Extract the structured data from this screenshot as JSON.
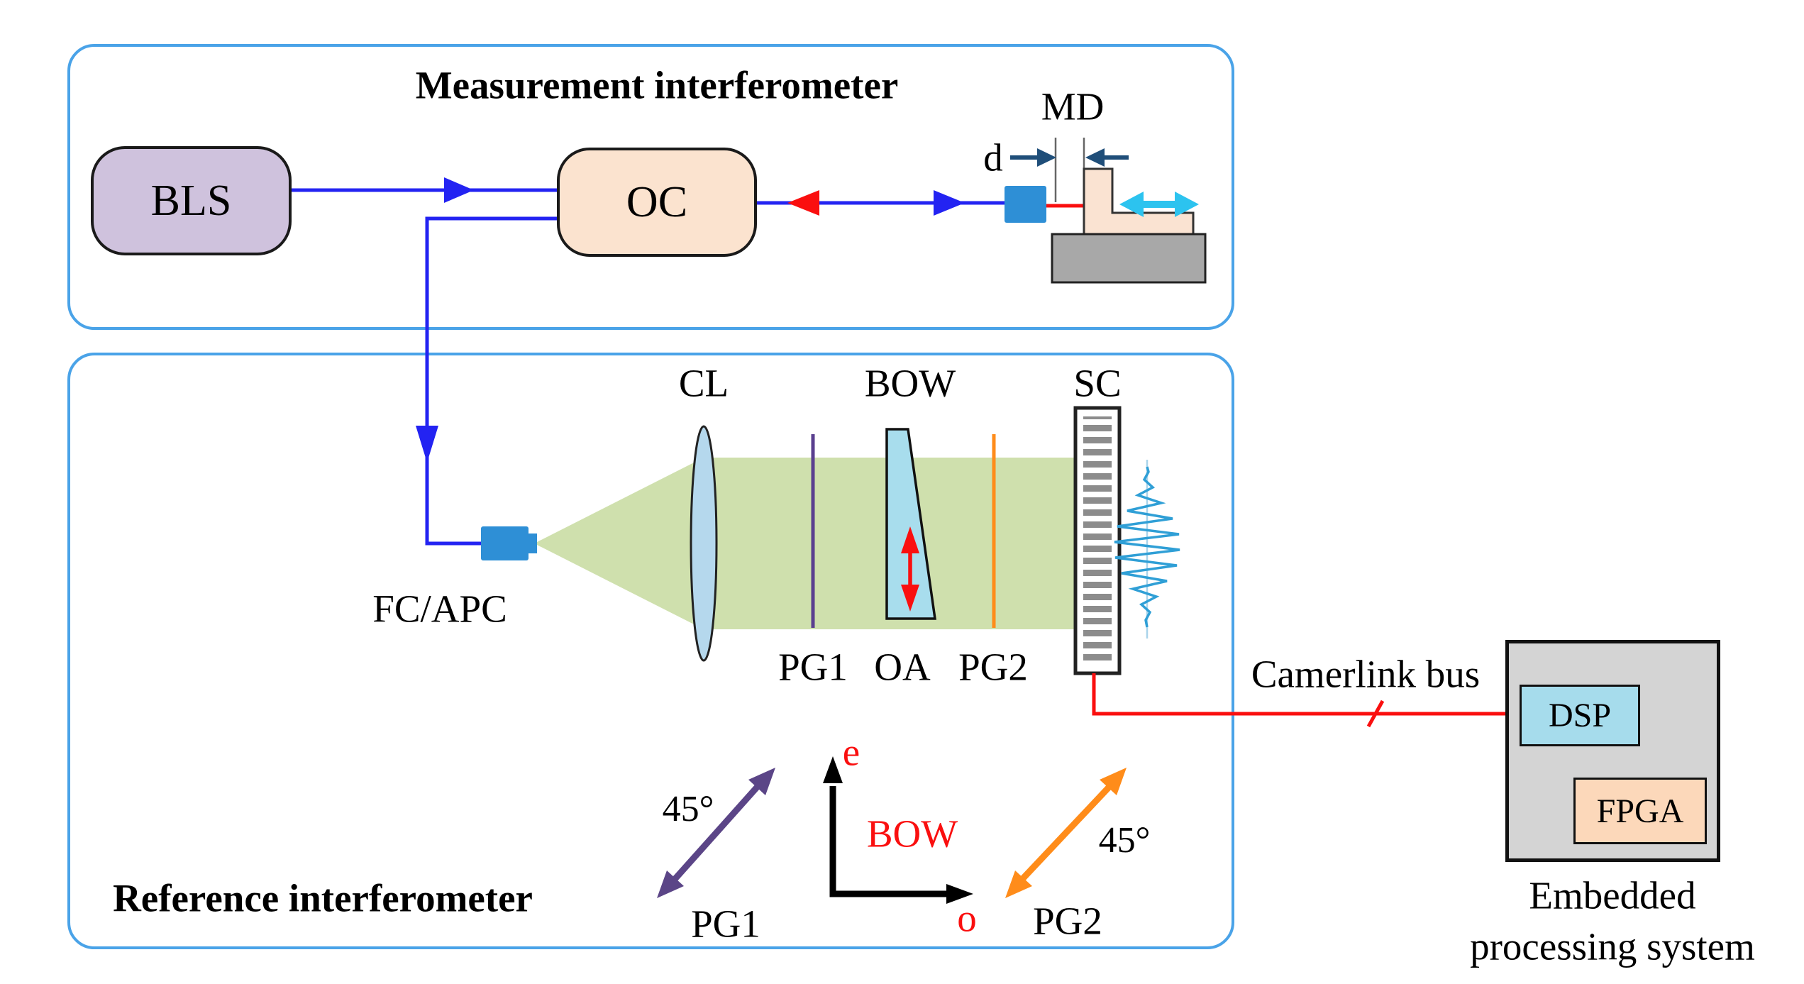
{
  "measurement": {
    "title": "Measurement interferometer",
    "bls_label": "BLS",
    "oc_label": "OC",
    "md_label": "MD",
    "gap_label": "d"
  },
  "reference": {
    "title": "Reference interferometer",
    "fcapc_label": "FC/APC",
    "cl_label": "CL",
    "bow_label": "BOW",
    "sc_label": "SC",
    "pg1_label": "PG1",
    "oa_label": "OA",
    "pg2_label": "PG2",
    "polarization": {
      "pg1_angle": "45°",
      "pg1_label": "PG1",
      "bow_label": "BOW",
      "e_axis": "e",
      "o_axis": "o",
      "pg2_angle": "45°",
      "pg2_label": "PG2"
    }
  },
  "processing": {
    "bus_label": "Camerlink bus",
    "dsp_label": "DSP",
    "fpga_label": "FPGA",
    "caption_line1": "Embedded",
    "caption_line2": "processing system"
  },
  "colors": {
    "box_outline": "#4aa3e8",
    "fiber_blue": "#2323f2",
    "signal_red": "#fa0f0f",
    "beam_green": "#cfe0ad",
    "bls_fill": "#cfc2dd",
    "oc_fill": "#fbe3cf",
    "connector_blue": "#2e8fd6",
    "pg1_purple": "#5a3f8f",
    "pg2_orange": "#ff8c1a",
    "lens_fill": "#b5d8ed",
    "wedge_fill": "#a8dded",
    "motion_cyan": "#2cc3ef",
    "gap_arrow_navy": "#1f4e79",
    "mirror_fill": "#fae3d2",
    "stage_gray": "#a8a8a8",
    "wave_blue": "#2f9fd6",
    "dsp_fill": "#a6dcec",
    "fpga_fill": "#fcd8ba",
    "embedded_fill": "#d4d4d4"
  }
}
